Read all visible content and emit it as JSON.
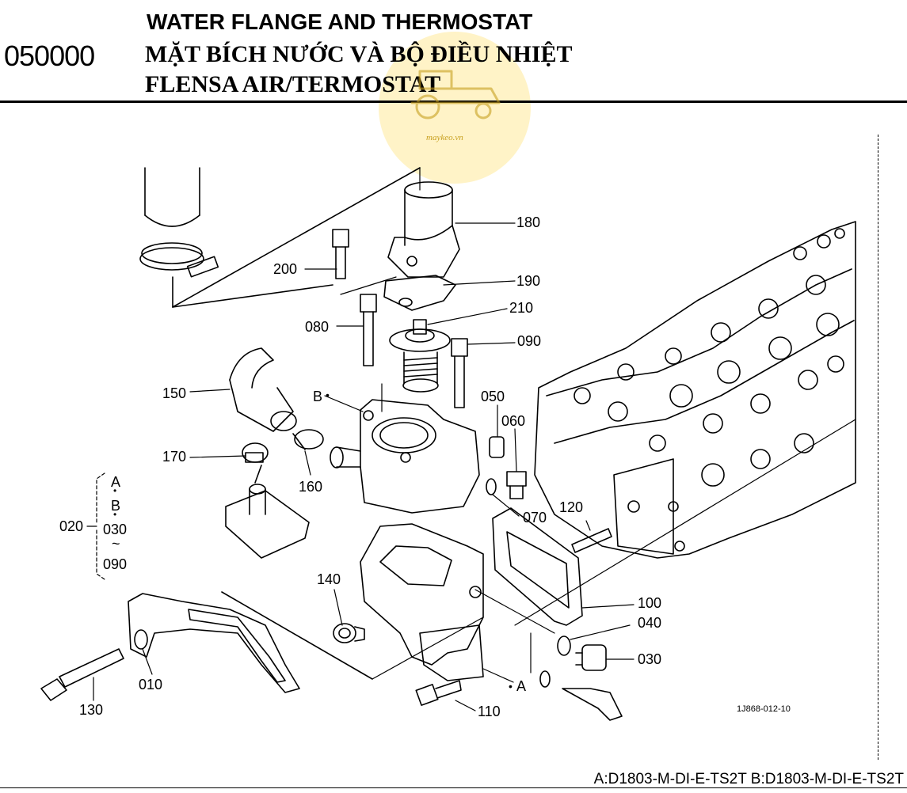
{
  "header": {
    "section_code": "050000",
    "title_en": "WATER FLANGE AND THERMOSTAT",
    "title_vi": "MẶT BÍCH NƯỚC VÀ BỘ ĐIỀU NHIỆT",
    "title_id": "FLENSA AIR/TERMOSTAT"
  },
  "watermark": {
    "text": "maykeo.vn"
  },
  "parts": {
    "p180": "180",
    "p200": "200",
    "p190": "190",
    "p210": "210",
    "p080": "080",
    "p090": "090",
    "p150": "150",
    "p050": "050",
    "p060": "060",
    "p170": "170",
    "p160": "160",
    "p070": "070",
    "p120": "120",
    "p020": "020",
    "p140": "140",
    "p100": "100",
    "p040": "040",
    "p030": "030",
    "p010": "010",
    "p130": "130",
    "p110": "110"
  },
  "markers": {
    "b": "B",
    "a": "A"
  },
  "group_020": {
    "a": "A",
    "dot1": "•",
    "b": "B",
    "dot2": "•",
    "from": "030",
    "tilde": "~",
    "to": "090"
  },
  "figure_code": "1J868-012-10",
  "footer": {
    "applicability": "A:D1803-M-DI-E-TS2T B:D1803-M-DI-E-TS2T"
  }
}
